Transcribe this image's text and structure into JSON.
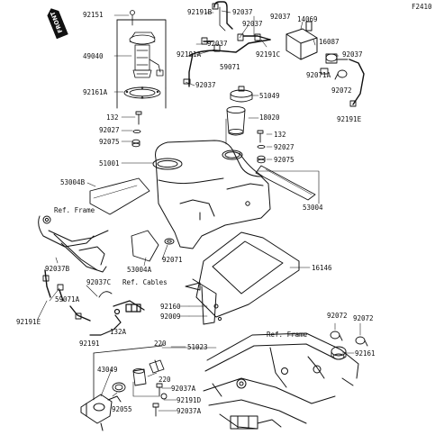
{
  "figure_code": "F2410",
  "front_label": "FRONT",
  "labels": {
    "p92151": "92151",
    "p49040": "49040",
    "p92161A": "92161A",
    "p132_a": "132",
    "p92027_a": "92027",
    "p92075_a": "92075",
    "p51001": "51001",
    "p53004B": "53004B",
    "ref_frame_left": "Ref. Frame",
    "p92037B": "92037B",
    "p92037C": "92037C",
    "p59071A": "59071A",
    "p92191E_left": "92191E",
    "p92191": "92191",
    "p132A": "132A",
    "ref_cables": "Ref. Cables",
    "p53004A": "53004A",
    "p92071": "92071",
    "p92191B": "92191B",
    "p92037_top1": "92037",
    "p92037_top2": "92037",
    "p92037_top3": "92037",
    "p92037_top4": "92037",
    "p92037_top5": "92037",
    "p92191A": "92191A",
    "p59071": "59071",
    "p92191C": "92191C",
    "p14069": "14069",
    "p16087": "16087",
    "p92037_right": "92037",
    "p92071A": "92071A",
    "p92072_top": "92072",
    "p92191E_right": "92191E",
    "p51049": "51049",
    "p18020": "18020",
    "p132_b": "132",
    "p92027_b": "92027",
    "p92075_b": "92075",
    "p53004": "53004",
    "p16146": "16146",
    "p92160": "92160",
    "p92009": "92009",
    "p92072_b1": "92072",
    "p92072_b2": "92072",
    "ref_frame_right": "Ref. Frame",
    "p92161": "92161",
    "p51023": "51023",
    "p220_a": "220",
    "p220_b": "220",
    "p43049": "43049",
    "p92055": "92055",
    "p92037A_a": "92037A",
    "p92191D": "92191D",
    "p92037A_b": "92037A"
  }
}
